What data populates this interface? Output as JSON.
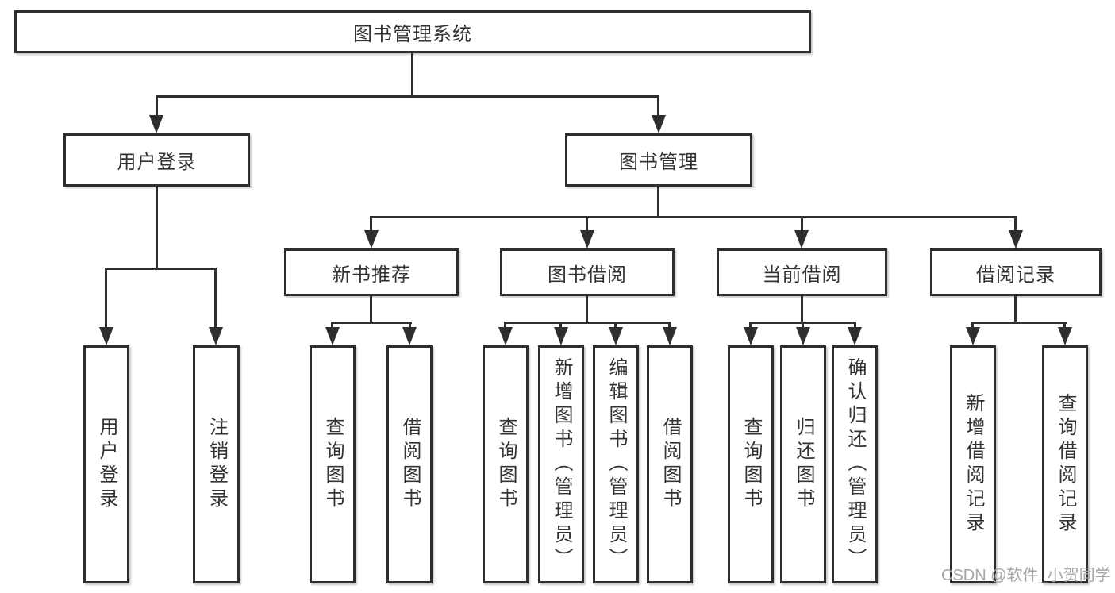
{
  "diagram": {
    "root": {
      "label": "图书管理系统"
    },
    "level2": {
      "user_login": {
        "label": "用户登录"
      },
      "book_mgmt": {
        "label": "图书管理"
      }
    },
    "level3": {
      "new_books": {
        "label": "新书推荐"
      },
      "borrowing": {
        "label": "图书借阅"
      },
      "current": {
        "label": "当前借阅"
      },
      "records": {
        "label": "借阅记录"
      }
    },
    "leaves": {
      "user_login_login": {
        "label": "用户登录"
      },
      "user_login_logout": {
        "label": "注销登录"
      },
      "new_books_query": {
        "label": "查询图书"
      },
      "new_books_borrow": {
        "label": "借阅图书"
      },
      "borrowing_query": {
        "label": "查询图书"
      },
      "borrowing_add": {
        "label": "新增图书（管理员）"
      },
      "borrowing_edit": {
        "label": "编辑图书（管理员）"
      },
      "borrowing_borrow": {
        "label": "借阅图书"
      },
      "current_query": {
        "label": "查询图书"
      },
      "current_return": {
        "label": "归还图书"
      },
      "current_confirm": {
        "label": "确认归还（管理员）"
      },
      "records_add": {
        "label": "新增借阅记录"
      },
      "records_query": {
        "label": "查询借阅记录"
      }
    },
    "watermark": "CSDN @软件_小贺同学"
  },
  "colors": {
    "line": "#2e2e2e",
    "box-border": "#2d2d2d",
    "text": "#333333",
    "watermark": "#a5a5a5",
    "bg": "#ffffff"
  }
}
